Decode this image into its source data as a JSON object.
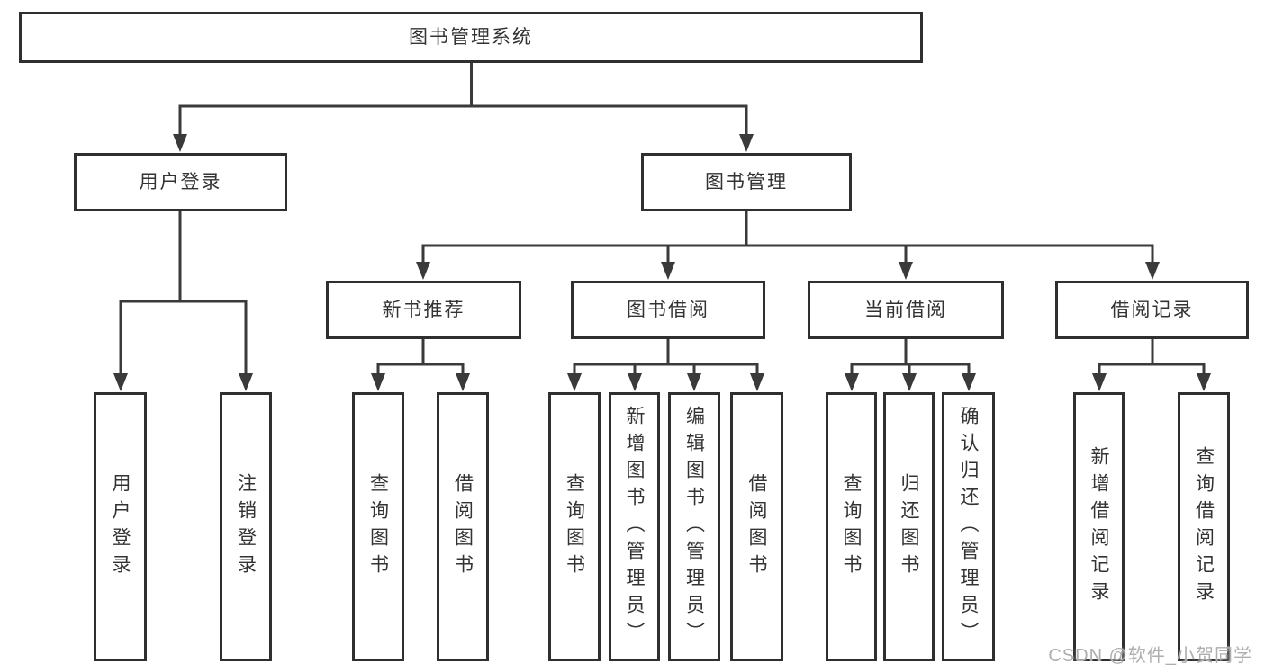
{
  "root": {
    "label": "图书管理系统"
  },
  "branches": {
    "user_login": "用户登录",
    "book_management": "图书管理"
  },
  "modules": {
    "new_book_recommend": "新书推荐",
    "book_borrowing": "图书借阅",
    "current_borrowing": "当前借阅",
    "borrowing_records": "借阅记录"
  },
  "leaves": {
    "user_login": [
      "用户登录",
      "注销登录"
    ],
    "new_book_recommend": [
      "查询图书",
      "借阅图书"
    ],
    "book_borrowing": [
      "查询图书",
      "新增图书（管理员）",
      "编辑图书（管理员）",
      "借阅图书"
    ],
    "current_borrowing": [
      "查询图书",
      "归还图书",
      "确认归还（管理员）"
    ],
    "borrowing_records": [
      "新增借阅记录",
      "查询借阅记录"
    ]
  },
  "watermark": {
    "text": "CSDN @软件_小贺同学",
    "color": "#aeaeae"
  },
  "colors": {
    "line": "#3a3a3a",
    "box_border": "#2f2f2f",
    "text": "#333333",
    "background": "#ffffff"
  }
}
